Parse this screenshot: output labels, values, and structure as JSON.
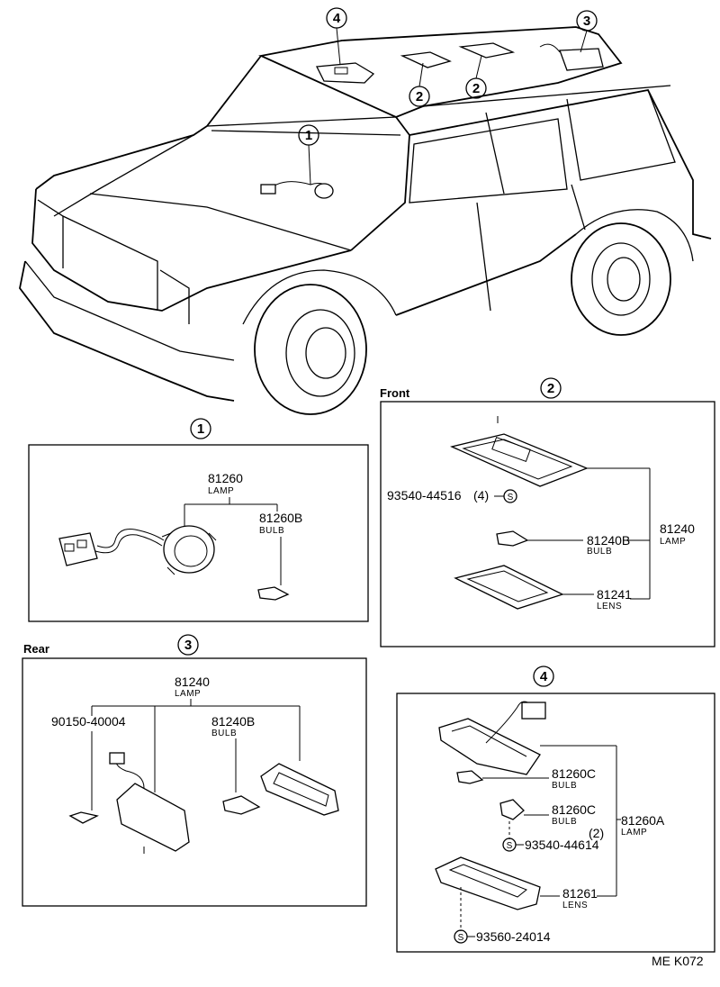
{
  "callouts": {
    "c1": "1",
    "c2": "2",
    "c3": "3",
    "c4": "4",
    "s": "S"
  },
  "boxes": {
    "front_label": "Front",
    "rear_label": "Rear"
  },
  "box1": {
    "lamp_no": "81260",
    "lamp_word": "LAMP",
    "bulb_no": "81260B",
    "bulb_word": "BULB"
  },
  "box2": {
    "screw_no": "93540-44516",
    "screw_qty": "(4)",
    "bulb_no": "81240B",
    "bulb_word": "BULB",
    "lamp_no": "81240",
    "lamp_word": "LAMP",
    "lens_no": "81241",
    "lens_word": "LENS"
  },
  "box3": {
    "lamp_no": "81240",
    "lamp_word": "LAMP",
    "screw_no": "90150-40004",
    "bulb_no": "81240B",
    "bulb_word": "BULB"
  },
  "box4": {
    "bulb1_no": "81260C",
    "bulb1_word": "BULB",
    "bulb2_no": "81260C",
    "bulb2_word": "BULB",
    "bulb2_qty": "(2)",
    "lamp_no": "81260A",
    "lamp_word": "LAMP",
    "screw1_no": "93540-44614",
    "lens_no": "81261",
    "lens_word": "LENS",
    "screw2_no": "93560-24014"
  },
  "footer": {
    "code": "ME  K072"
  }
}
